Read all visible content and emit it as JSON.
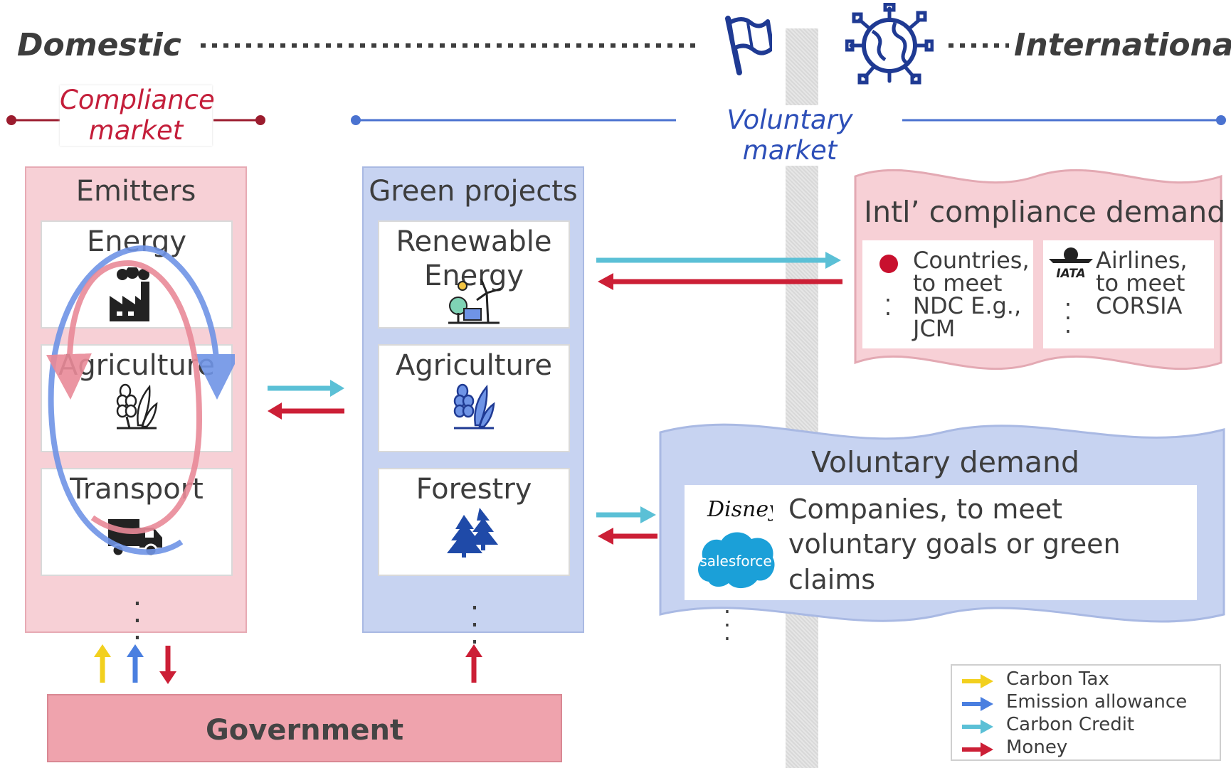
{
  "header": {
    "domestic": "Domestic",
    "international": "International",
    "flag_icon": "flag-icon",
    "globe_icon": "globe-network-icon"
  },
  "markets": {
    "compliance": "Compliance market",
    "voluntary": "Voluntary market"
  },
  "emitters": {
    "title": "Emitters",
    "items": [
      {
        "label": "Energy",
        "icon": "factory-icon"
      },
      {
        "label": "Agriculture",
        "icon": "wheat-icon"
      },
      {
        "label": "Transport",
        "icon": "truck-icon"
      }
    ]
  },
  "green_projects": {
    "title": "Green projects",
    "items": [
      {
        "label": "Renewable Energy",
        "icon": "wind-solar-icon"
      },
      {
        "label": "Agriculture",
        "icon": "wheat-icon"
      },
      {
        "label": "Forestry",
        "icon": "trees-icon"
      }
    ]
  },
  "intl_compliance": {
    "title": "Intl’ compliance demand",
    "countries": "Countries, to meet NDC E.g., JCM",
    "airlines": "Airlines, to meet CORSIA",
    "iata_logo": "IATA"
  },
  "voluntary_demand": {
    "title": "Voluntary demand",
    "text": "Companies, to meet voluntary goals or green claims",
    "disney_logo": "Disney",
    "salesforce_logo": "salesforce"
  },
  "government": {
    "label": "Government"
  },
  "legend": [
    {
      "label": "Carbon Tax",
      "color": "#f2d01e"
    },
    {
      "label": "Emission allowance",
      "color": "#4a7fe0"
    },
    {
      "label": "Carbon Credit",
      "color": "#5bc0d6"
    },
    {
      "label": "Money",
      "color": "#cc1f36"
    }
  ],
  "colors": {
    "compliance_red": "#c41e3a",
    "voluntary_blue": "#2d4fb8",
    "pink_fill": "#f7d0d6",
    "blue_fill": "#c7d3f1",
    "government_fill": "#efa3ad"
  }
}
